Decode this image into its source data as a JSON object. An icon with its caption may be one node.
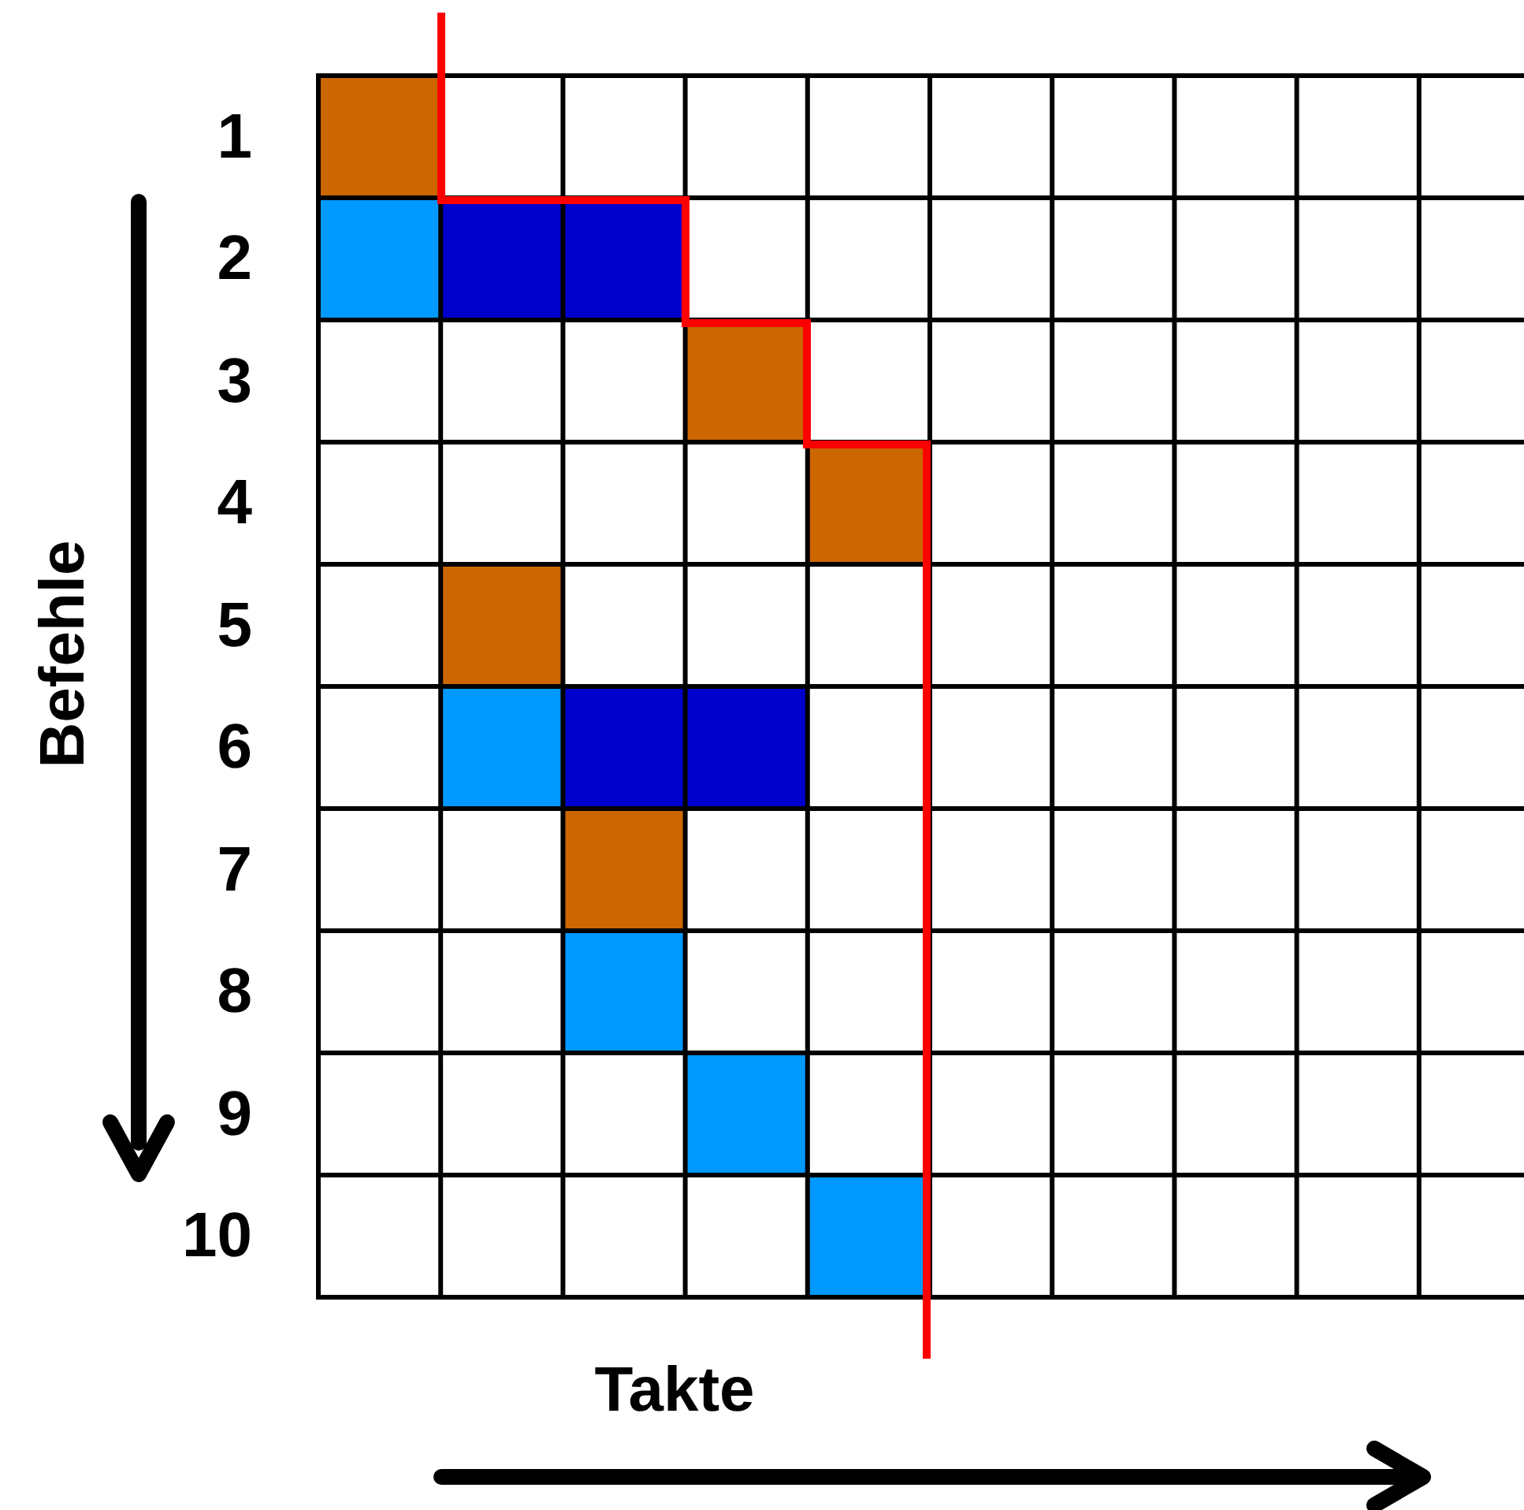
{
  "diagram": {
    "labels": [
      "1",
      "2",
      "3",
      "4",
      "5",
      "6",
      "7",
      "8",
      "9",
      "10",
      "Befehle",
      "Takte"
    ]
  }
}
